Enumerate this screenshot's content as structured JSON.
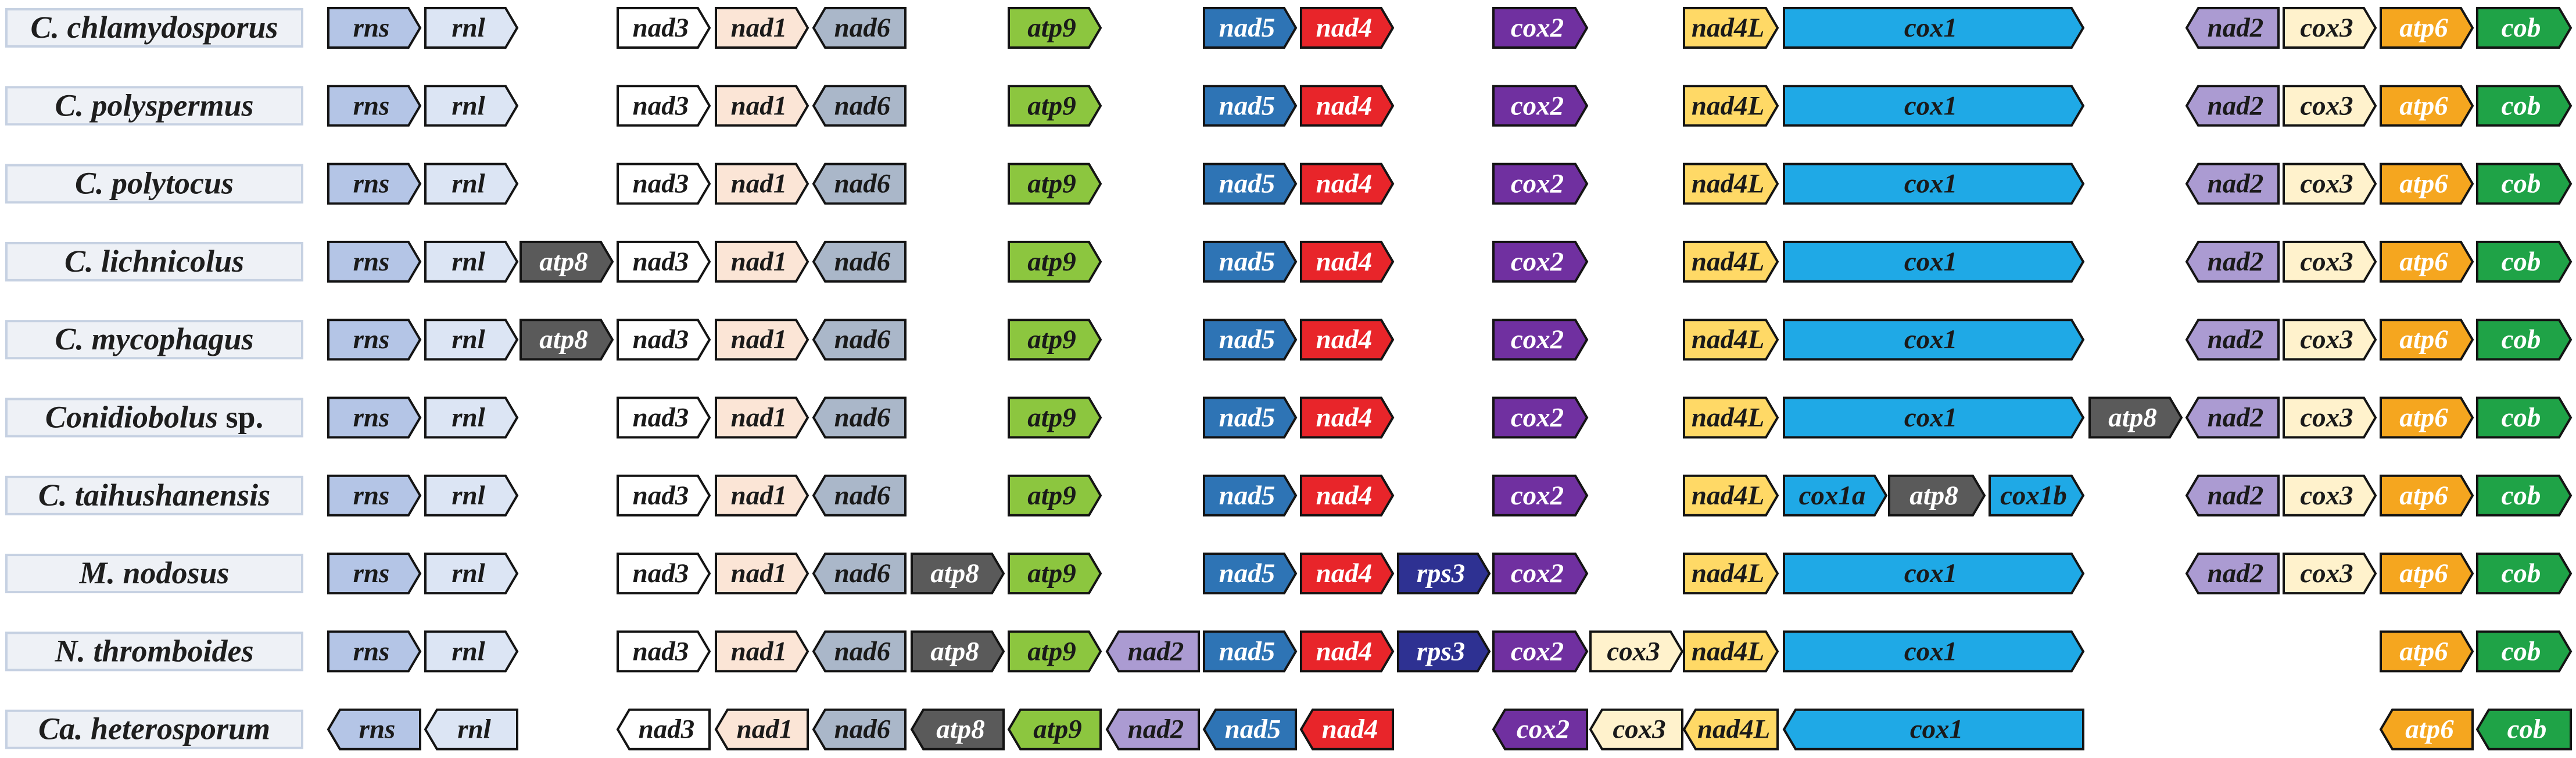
{
  "figure": {
    "label_box": {
      "fill": "#eef1f6",
      "border": "#c6d1e2"
    },
    "gene_border": "#141414",
    "gene_styles": {
      "rns": {
        "fill": "#b4c5e6",
        "text": "#1a1a1a"
      },
      "rnl": {
        "fill": "#dce5f4",
        "text": "#1a1a1a"
      },
      "nad3": {
        "fill": "#ffffff",
        "text": "#1a1a1a"
      },
      "nad1": {
        "fill": "#fbe5d6",
        "text": "#1a1a1a"
      },
      "nad6": {
        "fill": "#aab7c9",
        "text": "#1a1a1a"
      },
      "atp8": {
        "fill": "#5a5a5a",
        "text": "#ffffff"
      },
      "atp9": {
        "fill": "#8cc63f",
        "text": "#1a1a1a"
      },
      "nad2": {
        "fill": "#ab9bd2",
        "text": "#1a1a1a"
      },
      "nad5": {
        "fill": "#2e74b5",
        "text": "#ffffff"
      },
      "nad4": {
        "fill": "#e8252a",
        "text": "#ffffff"
      },
      "rps3": {
        "fill": "#2e3192",
        "text": "#ffffff"
      },
      "cox2": {
        "fill": "#7030a0",
        "text": "#ffffff"
      },
      "cox3": {
        "fill": "#fff2cc",
        "text": "#1a1a1a"
      },
      "nad4L": {
        "fill": "#ffd966",
        "text": "#1a1a1a"
      },
      "cox1": {
        "fill": "#1fa9e6",
        "text": "#1a1a1a"
      },
      "cox1a": {
        "fill": "#1fa9e6",
        "text": "#1a1a1a"
      },
      "cox1b": {
        "fill": "#1fa9e6",
        "text": "#1a1a1a"
      },
      "atp6": {
        "fill": "#f5a61f",
        "text": "#ffffff"
      },
      "cob": {
        "fill": "#1fa347",
        "text": "#ffffff"
      }
    },
    "rows": [
      {
        "species": [
          {
            "text": "C. chlamydosporus",
            "italic": true
          }
        ],
        "genes": [
          {
            "name": "rns",
            "direction": "right"
          },
          {
            "name": "rnl",
            "direction": "right"
          },
          {
            "name": "nad3",
            "direction": "right"
          },
          {
            "name": "nad1",
            "direction": "right"
          },
          {
            "name": "nad6",
            "direction": "left"
          },
          {
            "name": "atp9",
            "direction": "right"
          },
          {
            "name": "nad5",
            "direction": "right"
          },
          {
            "name": "nad4",
            "direction": "right"
          },
          {
            "name": "cox2",
            "direction": "right"
          },
          {
            "name": "nad4L",
            "direction": "right"
          },
          {
            "name": "cox1",
            "direction": "right"
          },
          {
            "name": "nad2",
            "direction": "left"
          },
          {
            "name": "cox3",
            "direction": "right"
          },
          {
            "name": "atp6",
            "direction": "right"
          },
          {
            "name": "cob",
            "direction": "right"
          }
        ]
      },
      {
        "species": [
          {
            "text": "C. polyspermus",
            "italic": true
          }
        ],
        "genes": [
          {
            "name": "rns",
            "direction": "right"
          },
          {
            "name": "rnl",
            "direction": "right"
          },
          {
            "name": "nad3",
            "direction": "right"
          },
          {
            "name": "nad1",
            "direction": "right"
          },
          {
            "name": "nad6",
            "direction": "left"
          },
          {
            "name": "atp9",
            "direction": "right"
          },
          {
            "name": "nad5",
            "direction": "right"
          },
          {
            "name": "nad4",
            "direction": "right"
          },
          {
            "name": "cox2",
            "direction": "right"
          },
          {
            "name": "nad4L",
            "direction": "right"
          },
          {
            "name": "cox1",
            "direction": "right"
          },
          {
            "name": "nad2",
            "direction": "left"
          },
          {
            "name": "cox3",
            "direction": "right"
          },
          {
            "name": "atp6",
            "direction": "right"
          },
          {
            "name": "cob",
            "direction": "right"
          }
        ]
      },
      {
        "species": [
          {
            "text": "C. polytocus",
            "italic": true
          }
        ],
        "genes": [
          {
            "name": "rns",
            "direction": "right"
          },
          {
            "name": "rnl",
            "direction": "right"
          },
          {
            "name": "nad3",
            "direction": "right"
          },
          {
            "name": "nad1",
            "direction": "right"
          },
          {
            "name": "nad6",
            "direction": "left"
          },
          {
            "name": "atp9",
            "direction": "right"
          },
          {
            "name": "nad5",
            "direction": "right"
          },
          {
            "name": "nad4",
            "direction": "right"
          },
          {
            "name": "cox2",
            "direction": "right"
          },
          {
            "name": "nad4L",
            "direction": "right"
          },
          {
            "name": "cox1",
            "direction": "right"
          },
          {
            "name": "nad2",
            "direction": "left"
          },
          {
            "name": "cox3",
            "direction": "right"
          },
          {
            "name": "atp6",
            "direction": "right"
          },
          {
            "name": "cob",
            "direction": "right"
          }
        ]
      },
      {
        "species": [
          {
            "text": "C. lichnicolus",
            "italic": true
          }
        ],
        "genes": [
          {
            "name": "rns",
            "direction": "right"
          },
          {
            "name": "rnl",
            "direction": "right"
          },
          {
            "name": "atp8",
            "direction": "right"
          },
          {
            "name": "nad3",
            "direction": "right"
          },
          {
            "name": "nad1",
            "direction": "right"
          },
          {
            "name": "nad6",
            "direction": "left"
          },
          {
            "name": "atp9",
            "direction": "right"
          },
          {
            "name": "nad5",
            "direction": "right"
          },
          {
            "name": "nad4",
            "direction": "right"
          },
          {
            "name": "cox2",
            "direction": "right"
          },
          {
            "name": "nad4L",
            "direction": "right"
          },
          {
            "name": "cox1",
            "direction": "right"
          },
          {
            "name": "nad2",
            "direction": "left"
          },
          {
            "name": "cox3",
            "direction": "right"
          },
          {
            "name": "atp6",
            "direction": "right"
          },
          {
            "name": "cob",
            "direction": "right"
          }
        ]
      },
      {
        "species": [
          {
            "text": "C. mycophagus",
            "italic": true
          }
        ],
        "genes": [
          {
            "name": "rns",
            "direction": "right"
          },
          {
            "name": "rnl",
            "direction": "right"
          },
          {
            "name": "atp8",
            "direction": "right"
          },
          {
            "name": "nad3",
            "direction": "right"
          },
          {
            "name": "nad1",
            "direction": "right"
          },
          {
            "name": "nad6",
            "direction": "left"
          },
          {
            "name": "atp9",
            "direction": "right"
          },
          {
            "name": "nad5",
            "direction": "right"
          },
          {
            "name": "nad4",
            "direction": "right"
          },
          {
            "name": "cox2",
            "direction": "right"
          },
          {
            "name": "nad4L",
            "direction": "right"
          },
          {
            "name": "cox1",
            "direction": "right"
          },
          {
            "name": "nad2",
            "direction": "left"
          },
          {
            "name": "cox3",
            "direction": "right"
          },
          {
            "name": "atp6",
            "direction": "right"
          },
          {
            "name": "cob",
            "direction": "right"
          }
        ]
      },
      {
        "species": [
          {
            "text": "Conidiobolus",
            "italic": true
          },
          {
            "text": " sp.",
            "italic": false
          }
        ],
        "genes": [
          {
            "name": "rns",
            "direction": "right"
          },
          {
            "name": "rnl",
            "direction": "right"
          },
          {
            "name": "nad3",
            "direction": "right"
          },
          {
            "name": "nad1",
            "direction": "right"
          },
          {
            "name": "nad6",
            "direction": "left"
          },
          {
            "name": "atp9",
            "direction": "right"
          },
          {
            "name": "nad5",
            "direction": "right"
          },
          {
            "name": "nad4",
            "direction": "right"
          },
          {
            "name": "cox2",
            "direction": "right"
          },
          {
            "name": "nad4L",
            "direction": "right"
          },
          {
            "name": "cox1",
            "direction": "right"
          },
          {
            "name": "atp8",
            "direction": "right"
          },
          {
            "name": "nad2",
            "direction": "left"
          },
          {
            "name": "cox3",
            "direction": "right"
          },
          {
            "name": "atp6",
            "direction": "right"
          },
          {
            "name": "cob",
            "direction": "right"
          }
        ]
      },
      {
        "species": [
          {
            "text": "C. taihushanensis",
            "italic": true
          }
        ],
        "genes": [
          {
            "name": "rns",
            "direction": "right"
          },
          {
            "name": "rnl",
            "direction": "right"
          },
          {
            "name": "nad3",
            "direction": "right"
          },
          {
            "name": "nad1",
            "direction": "right"
          },
          {
            "name": "nad6",
            "direction": "left"
          },
          {
            "name": "atp9",
            "direction": "right"
          },
          {
            "name": "nad5",
            "direction": "right"
          },
          {
            "name": "nad4",
            "direction": "right"
          },
          {
            "name": "cox2",
            "direction": "right"
          },
          {
            "name": "nad4L",
            "direction": "right"
          },
          {
            "name": "cox1a",
            "direction": "right"
          },
          {
            "name": "atp8",
            "direction": "right"
          },
          {
            "name": "cox1b",
            "direction": "right"
          },
          {
            "name": "nad2",
            "direction": "left"
          },
          {
            "name": "cox3",
            "direction": "right"
          },
          {
            "name": "atp6",
            "direction": "right"
          },
          {
            "name": "cob",
            "direction": "right"
          }
        ]
      },
      {
        "species": [
          {
            "text": "M. nodosus",
            "italic": true
          }
        ],
        "genes": [
          {
            "name": "rns",
            "direction": "right"
          },
          {
            "name": "rnl",
            "direction": "right"
          },
          {
            "name": "nad3",
            "direction": "right"
          },
          {
            "name": "nad1",
            "direction": "right"
          },
          {
            "name": "nad6",
            "direction": "left"
          },
          {
            "name": "atp8",
            "direction": "right"
          },
          {
            "name": "atp9",
            "direction": "right"
          },
          {
            "name": "nad5",
            "direction": "right"
          },
          {
            "name": "nad4",
            "direction": "right"
          },
          {
            "name": "rps3",
            "direction": "right"
          },
          {
            "name": "cox2",
            "direction": "right"
          },
          {
            "name": "nad4L",
            "direction": "right"
          },
          {
            "name": "cox1",
            "direction": "right"
          },
          {
            "name": "nad2",
            "direction": "left"
          },
          {
            "name": "cox3",
            "direction": "right"
          },
          {
            "name": "atp6",
            "direction": "right"
          },
          {
            "name": "cob",
            "direction": "right"
          }
        ]
      },
      {
        "species": [
          {
            "text": "N. thromboides",
            "italic": true
          }
        ],
        "genes": [
          {
            "name": "rns",
            "direction": "right"
          },
          {
            "name": "rnl",
            "direction": "right"
          },
          {
            "name": "nad3",
            "direction": "right"
          },
          {
            "name": "nad1",
            "direction": "right"
          },
          {
            "name": "nad6",
            "direction": "left"
          },
          {
            "name": "atp8",
            "direction": "right"
          },
          {
            "name": "atp9",
            "direction": "right"
          },
          {
            "name": "nad2",
            "direction": "left"
          },
          {
            "name": "nad5",
            "direction": "right"
          },
          {
            "name": "nad4",
            "direction": "right"
          },
          {
            "name": "rps3",
            "direction": "right"
          },
          {
            "name": "cox2",
            "direction": "right"
          },
          {
            "name": "cox3",
            "direction": "right"
          },
          {
            "name": "nad4L",
            "direction": "right"
          },
          {
            "name": "cox1",
            "direction": "right"
          },
          {
            "name": "atp6",
            "direction": "right"
          },
          {
            "name": "cob",
            "direction": "right"
          }
        ]
      },
      {
        "species": [
          {
            "text": "Ca. heterosporum",
            "italic": true
          }
        ],
        "genes": [
          {
            "name": "rns",
            "direction": "left"
          },
          {
            "name": "rnl",
            "direction": "left"
          },
          {
            "name": "nad3",
            "direction": "left"
          },
          {
            "name": "nad1",
            "direction": "left"
          },
          {
            "name": "nad6",
            "direction": "left"
          },
          {
            "name": "atp8",
            "direction": "left"
          },
          {
            "name": "atp9",
            "direction": "left"
          },
          {
            "name": "nad2",
            "direction": "left"
          },
          {
            "name": "nad5",
            "direction": "left"
          },
          {
            "name": "nad4",
            "direction": "left"
          },
          {
            "name": "cox2",
            "direction": "left"
          },
          {
            "name": "cox3",
            "direction": "left"
          },
          {
            "name": "nad4L",
            "direction": "left"
          },
          {
            "name": "cox1",
            "direction": "left"
          },
          {
            "name": "atp6",
            "direction": "left"
          },
          {
            "name": "cob",
            "direction": "left"
          }
        ]
      }
    ]
  }
}
